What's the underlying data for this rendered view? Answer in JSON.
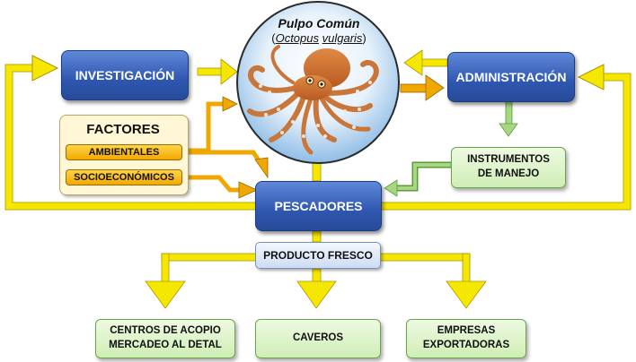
{
  "center": {
    "title": "Pulpo Común",
    "sci_open": "(",
    "sci_genus": "Octopus",
    "sci_species": "vulgaris",
    "sci_close": ")"
  },
  "nodes": {
    "investigacion": "INVESTIGACIÓN",
    "administracion": "ADMINISTRACIÓN",
    "pescadores": "PESCADORES",
    "instrumentos_line1": "INSTRUMENTOS",
    "instrumentos_line2": "DE MANEJO",
    "producto": "PRODUCTO FRESCO",
    "centros_line1": "CENTROS DE ACOPIO",
    "centros_line2": "MERCADEO AL DETAL",
    "caveros": "CAVEROS",
    "empresas_line1": "EMPRESAS",
    "empresas_line2": "EXPORTADORAS"
  },
  "factors": {
    "title": "FACTORES",
    "items": [
      "AMBIENTALES",
      "SOCIOECONÓMICOS"
    ]
  },
  "colors": {
    "yellow_arrow": "#f5e800",
    "orange_arrow": "#f0a800",
    "green_arrow": "#78b84c",
    "blue_box": "#2f57b0",
    "green_box": "#d8f2c4"
  }
}
